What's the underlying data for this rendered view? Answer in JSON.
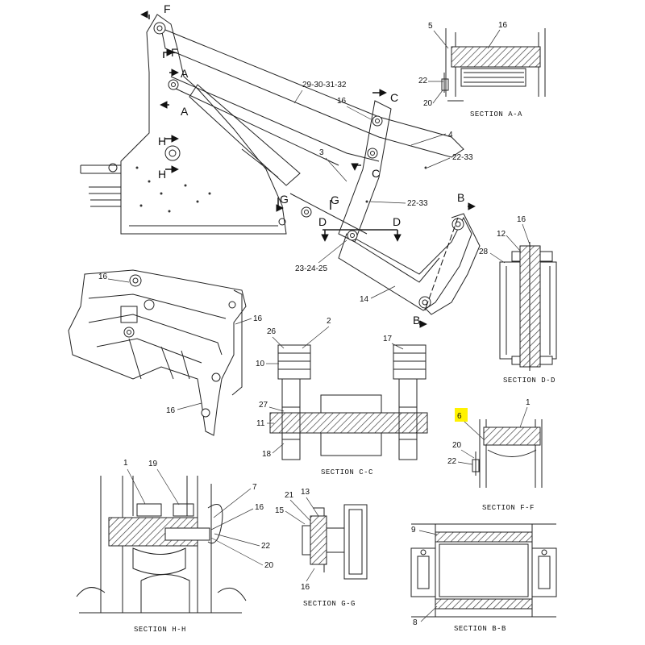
{
  "main_view": {
    "section_markers": [
      "F",
      "F",
      "A",
      "A",
      "H",
      "H",
      "C",
      "C",
      "G",
      "G",
      "D",
      "D",
      "B",
      "B"
    ],
    "callouts": [
      "29-30-31-32",
      "16",
      "4",
      "3",
      "22-33",
      "22-33",
      "23-24-25",
      "14"
    ]
  },
  "perspective_view": {
    "callouts": [
      "16",
      "16",
      "16"
    ]
  },
  "section_a_a": {
    "title": "SECTION A-A",
    "callouts": [
      "5",
      "16",
      "22",
      "20"
    ]
  },
  "section_d_d": {
    "title": "SECTION D-D",
    "callouts": [
      "16",
      "12",
      "28"
    ]
  },
  "section_c_c": {
    "title": "SECTION C-C",
    "callouts": [
      "26",
      "2",
      "17",
      "10",
      "27",
      "11",
      "18"
    ]
  },
  "section_f_f": {
    "title": "SECTION F-F",
    "callouts": [
      "6",
      "1",
      "20",
      "22"
    ],
    "highlighted_callout": "6"
  },
  "section_h_h": {
    "title": "SECTION H-H",
    "callouts": [
      "1",
      "19",
      "7",
      "16",
      "22",
      "20"
    ]
  },
  "section_g_g": {
    "title": "SECTION G-G",
    "callouts": [
      "21",
      "13",
      "15",
      "16"
    ]
  },
  "section_b_b": {
    "title": "SECTION B-B",
    "callouts": [
      "9",
      "8"
    ]
  },
  "colors": {
    "line": "#222222",
    "highlight": "#fff200",
    "background": "#ffffff"
  }
}
